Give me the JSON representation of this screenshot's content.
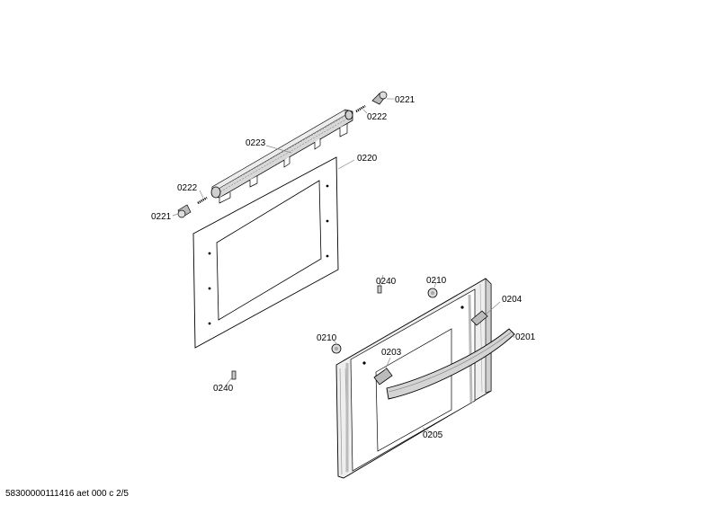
{
  "labels": {
    "p0221_top": "0221",
    "p0222_top": "0222",
    "p0223": "0223",
    "p0220": "0220",
    "p0222_left": "0222",
    "p0221_left": "0221",
    "p0240_top": "0240",
    "p0210_top": "0210",
    "p0204": "0204",
    "p0201": "0201",
    "p0210_left": "0210",
    "p0203": "0203",
    "p0240_bottom": "0240",
    "p0205": "0205"
  },
  "footer": {
    "doc_id": "58300000111416 aet 000 c 2/5"
  }
}
